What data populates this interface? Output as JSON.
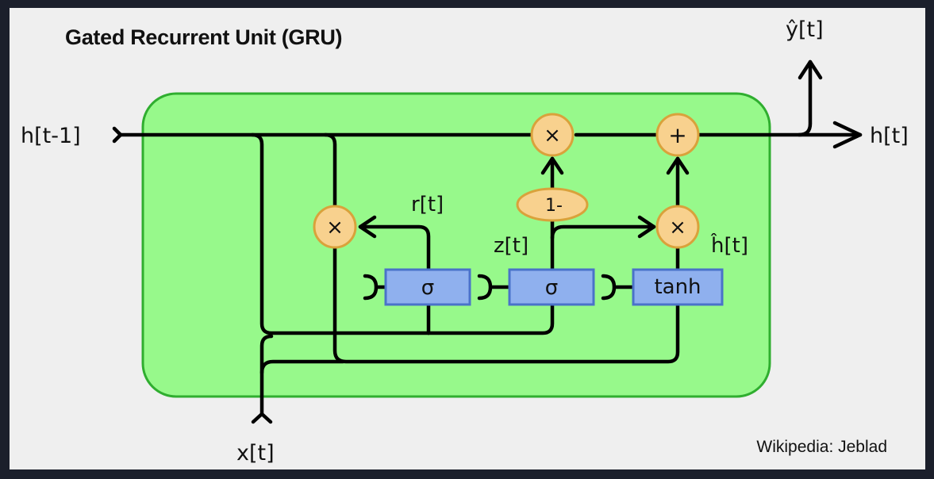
{
  "title": "Gated Recurrent Unit (GRU)",
  "credit": "Wikipedia: Jeblad",
  "labels": {
    "h_prev": "h[t-1]",
    "h_out": "h[t]",
    "y_out": "ŷ[t]",
    "x_in": "x[t]",
    "r": "r[t]",
    "z": "z[t]",
    "h_cand": "ĥ[t]"
  },
  "ops": {
    "multiply": "×",
    "add": "+",
    "one_minus": "1-"
  },
  "gates": {
    "reset": "σ",
    "update": "σ",
    "candidate": "tanh"
  },
  "colors": {
    "cell_fill": "#97f98b",
    "cell_border": "#2fae2f",
    "gate_fill": "#8fb0ee",
    "gate_border": "#4a72c9",
    "op_fill": "#f8d18e",
    "op_border": "#d9a23b",
    "line": "#000000"
  }
}
